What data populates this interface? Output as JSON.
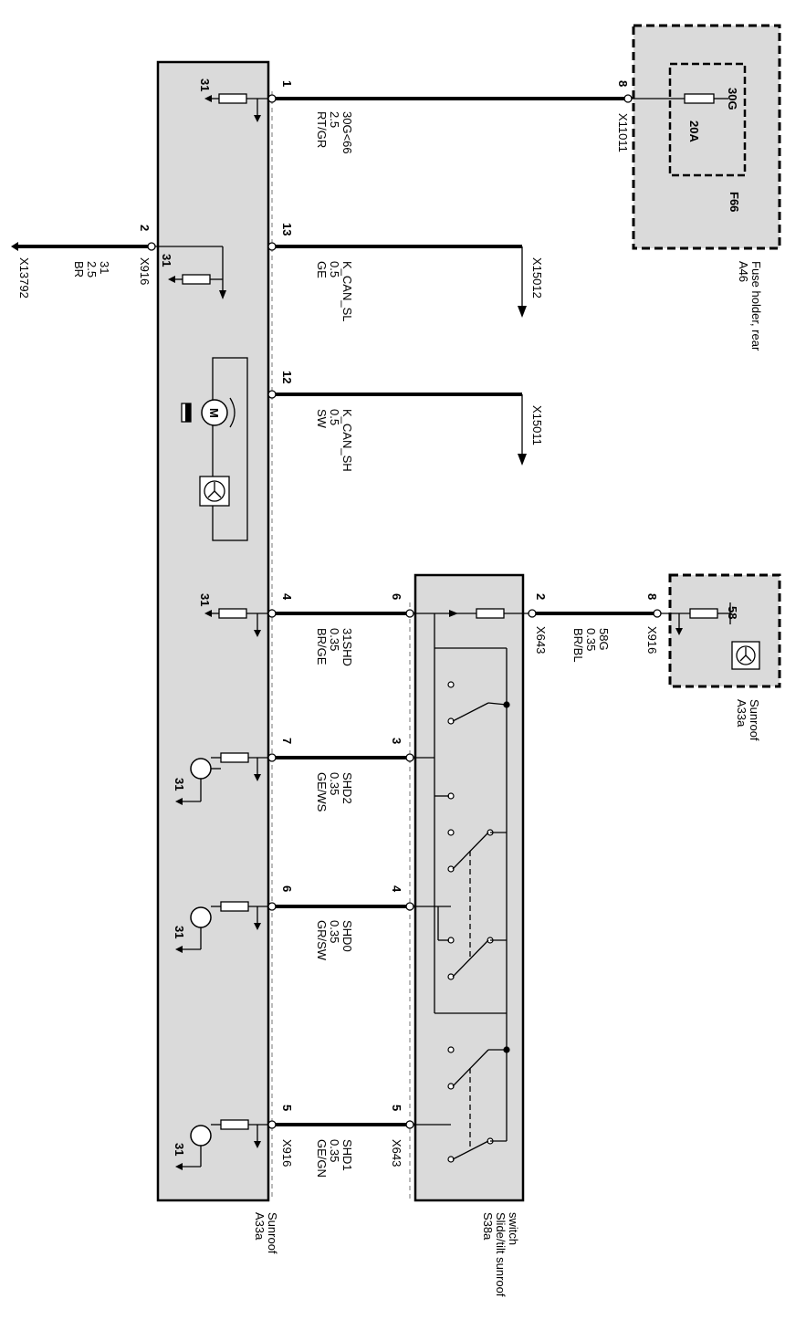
{
  "components": {
    "a33a_module": {
      "id": "A33a",
      "name": "Sunroof"
    },
    "s38a_switch": {
      "id": "S38a",
      "name_line1": "Slide/tilt sunroof",
      "name_line2": "switch"
    },
    "a46_fuse_holder": {
      "id": "A46",
      "name": "Fuse holder, rear"
    },
    "a33a_right": {
      "id": "A33a",
      "name": "Sunroof"
    },
    "fuse": {
      "id": "F66",
      "rating": "20A",
      "terminal": "30G"
    }
  },
  "connectors": {
    "x916": "X916",
    "x643": "X643",
    "x11011": "X11011",
    "x13792": "X13792",
    "x15012": "X15012",
    "x15011": "X15011"
  },
  "wires": {
    "w1": {
      "pin": "1",
      "signal": "30G<66",
      "size": "2.5",
      "color": "RT/GR"
    },
    "w13": {
      "pin": "13",
      "signal": "K_CAN_SL",
      "size": "0.5",
      "color": "GE"
    },
    "w12": {
      "pin": "12",
      "signal": "K_CAN_SH",
      "size": "0.5",
      "color": "SW"
    },
    "w2": {
      "pin": "2",
      "signal": "31",
      "size": "2.5",
      "color": "BR"
    },
    "w4": {
      "pin": "4",
      "signal": "31SHD",
      "size": "0.35",
      "color": "BR/GE"
    },
    "w7": {
      "pin": "7",
      "signal": "SHD2",
      "size": "0.35",
      "color": "GE/WS"
    },
    "w6": {
      "pin": "6",
      "signal": "SHD0",
      "size": "0.35",
      "color": "GR/SW"
    },
    "w5": {
      "pin": "5",
      "signal": "SHD1",
      "size": "0.35",
      "color": "GE/GN"
    },
    "w58": {
      "pin": "2",
      "signal": "58G",
      "size": "0.35",
      "color": "BR/BL"
    }
  },
  "pins": {
    "fuse_in": "8",
    "sw_4": "6",
    "sw_7": "3",
    "sw_6": "4",
    "sw_5": "5",
    "right_8": "8"
  },
  "ground_label": "31",
  "term_58": "58",
  "motor_label": "M"
}
